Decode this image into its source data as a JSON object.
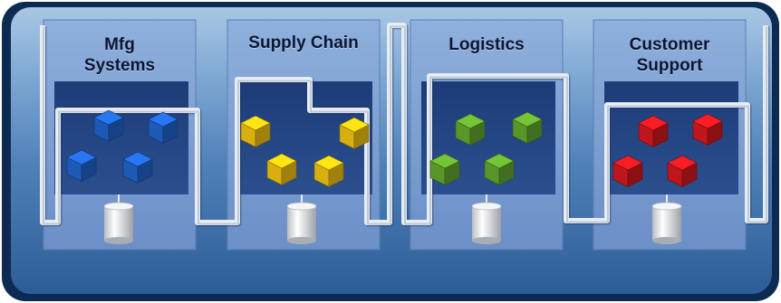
{
  "panels": [
    {
      "title": "Mfg\nSystems",
      "cube_color": "#1f5fc2"
    },
    {
      "title": "Supply Chain",
      "cube_color": "#e3b80f"
    },
    {
      "title": "Logistics",
      "cube_color": "#5d9e2c"
    },
    {
      "title": "Customer\nSupport",
      "cube_color": "#c8171d"
    }
  ],
  "colors": {
    "frame_outer": "#0d2b52",
    "background_top": "#2a5c93",
    "background_bottom": "#4f7fb2",
    "panel": "#6f96cd",
    "panel_inner": "#1f3f7a",
    "pipe": "#e6ecf3"
  },
  "icons": [
    "cube-icon",
    "database-cylinder-icon",
    "connector-pipe"
  ]
}
